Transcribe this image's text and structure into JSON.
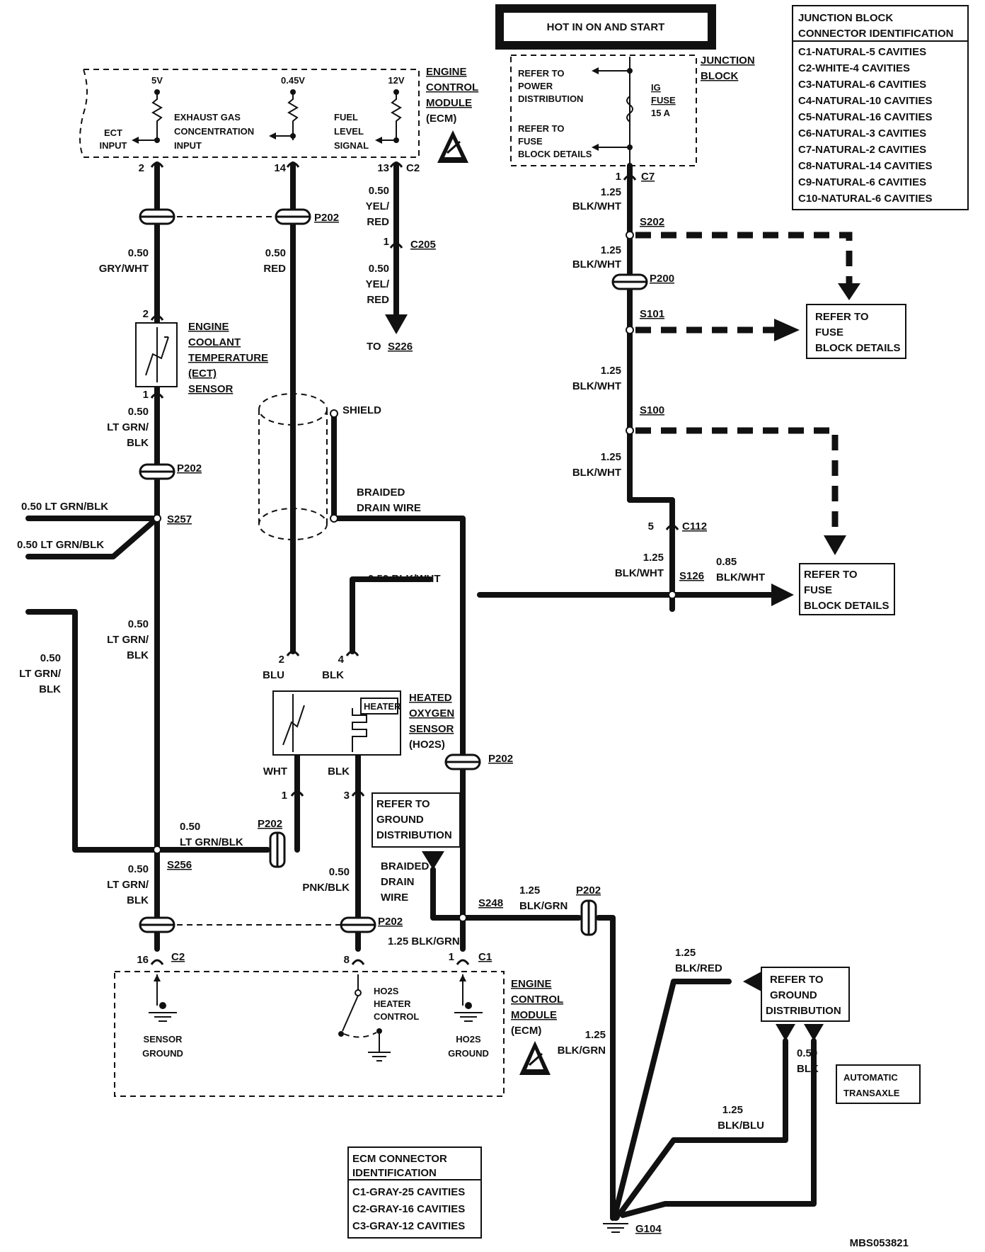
{
  "header": {
    "hot_label": "HOT IN ON AND START"
  },
  "junction_table": {
    "title_line1": "JUNCTION BLOCK",
    "title_line2": "CONNECTOR IDENTIFICATION",
    "rows": [
      "C1-NATURAL-5 CAVITIES",
      "C2-WHITE-4 CAVITIES",
      "C3-NATURAL-6 CAVITIES",
      "C4-NATURAL-10 CAVITIES",
      "C5-NATURAL-16 CAVITIES",
      "C6-NATURAL-3 CAVITIES",
      "C7-NATURAL-2 CAVITIES",
      "C8-NATURAL-14 CAVITIES",
      "C9-NATURAL-6 CAVITIES",
      "C10-NATURAL-6 CAVITIES"
    ]
  },
  "ecm_table": {
    "title_line1": "ECM CONNECTOR",
    "title_line2": "IDENTIFICATION",
    "rows": [
      "C1-GRAY-25 CAVITIES",
      "C2-GRAY-16 CAVITIES",
      "C3-GRAY-12 CAVITIES"
    ]
  },
  "ecm_top": {
    "name": [
      "ENGINE",
      "CONTROL",
      "MODULE",
      "(ECM)"
    ],
    "v5": "5V",
    "v045": "0.45V",
    "v12": "12V",
    "ect_input": [
      "ECT",
      "INPUT"
    ],
    "exhaust": [
      "EXHAUST GAS",
      "CONCENTRATION",
      "INPUT"
    ],
    "fuel": [
      "FUEL",
      "LEVEL",
      "SIGNAL"
    ],
    "pin_2": "2",
    "pin_14": "14",
    "pin_13": "13",
    "conn": "C2"
  },
  "junction_block": {
    "name": [
      "JUNCTION",
      "BLOCK"
    ],
    "ref_power": [
      "REFER TO",
      "POWER",
      "DISTRIBUTION"
    ],
    "ref_fuse": [
      "REFER TO",
      "FUSE",
      "BLOCK DETAILS"
    ],
    "fuse": [
      "IG",
      "FUSE",
      "15 A"
    ],
    "pin_1": "1",
    "conn": "C7"
  },
  "wires": {
    "w1_gage": "0.50",
    "w1_color": "GRY/WHT",
    "w2_gage": "0.50",
    "w2_color": "RED",
    "w3_gage": "0.50",
    "w3_color1": "YEL/",
    "w3_color2": "RED",
    "w4_gage": "0.50",
    "w4_color1": "YEL/",
    "w4_color2": "RED",
    "c205_pin": "1",
    "c205": "C205",
    "to_s226": "TO",
    "s226": "S226",
    "ect_low_gage": "0.50",
    "ect_low_c1": "LT GRN/",
    "ect_low_c2": "BLK",
    "lt1": "0.50  LT GRN/BLK",
    "lt2": "0.50  LT GRN/BLK",
    "mid_gage": "0.50",
    "mid_c1": "LT GRN/",
    "mid_c2": "BLK",
    "left_gage": "0.50",
    "left_c1": "LT GRN/",
    "left_c2": "BLK",
    "s256_gage": "0.50",
    "s256_color": "LT GRN/BLK",
    "lower_gage": "0.50",
    "lower_c1": "LT GRN/",
    "lower_c2": "BLK",
    "blk_wht_top": "0.50 BLK/WHT",
    "pnk_gage": "0.50",
    "pnk_color": "PNK/BLK",
    "blkgrn_c1": "1.25 BLK/GRN",
    "s248_gage": "1.25",
    "s248_color": "BLK/GRN",
    "g_blkred_gage": "1.25",
    "g_blkred_color": "BLK/RED",
    "g_blkgrn_gage": "1.25",
    "g_blkgrn_color": "BLK/GRN",
    "g_blkblu_gage": "1.25",
    "g_blkblu_color": "BLK/BLU",
    "g_blk_gage": "0.50",
    "g_blk_color": "BLK",
    "r1_gage": "1.25",
    "r1_color": "BLK/WHT",
    "r2_gage": "1.25",
    "r2_color": "BLK/WHT",
    "r3_gage": "1.25",
    "r3_color": "BLK/WHT",
    "r4_gage": "1.25",
    "r4_color": "BLK/WHT",
    "r5_gage": "1.25",
    "r5_color": "BLK/WHT",
    "r6_gage": "0.85",
    "r6_color": "BLK/WHT"
  },
  "splices": {
    "p202": "P202",
    "s257": "S257",
    "s256": "S256",
    "s248": "S248",
    "s202": "S202",
    "p200": "P200",
    "s101": "S101",
    "s100": "S100",
    "c112_pin": "5",
    "c112": "C112",
    "s126": "S126"
  },
  "ect_sensor": {
    "name": [
      "ENGINE",
      "COOLANT",
      "TEMPERATURE",
      "(ECT)",
      "SENSOR"
    ],
    "pin_top": "2",
    "pin_bot": "1"
  },
  "shield": {
    "label": "SHIELD",
    "drain": [
      "BRAIDED",
      "DRAIN WIRE"
    ]
  },
  "ho2s": {
    "name": [
      "HEATED",
      "OXYGEN",
      "SENSOR",
      "(HO2S)"
    ],
    "heater": "HEATER",
    "pin_2": "2",
    "blu": "BLU",
    "pin_4": "4",
    "blk_top": "BLK",
    "wht": "WHT",
    "blk_bot": "BLK",
    "pin_1": "1",
    "pin_3": "3"
  },
  "refs": {
    "ground1": [
      "REFER TO",
      "GROUND",
      "DISTRIBUTION"
    ],
    "ground2": [
      "REFER TO",
      "GROUND",
      "DISTRIBUTION"
    ],
    "fuse1": [
      "REFER TO",
      "FUSE",
      "BLOCK DETAILS"
    ],
    "fuse2": [
      "REFER TO",
      "FUSE",
      "BLOCK DETAILS"
    ],
    "drain2": [
      "BRAIDED",
      "DRAIN",
      "WIRE"
    ],
    "auto_trans": [
      "AUTOMATIC",
      "TRANSAXLE"
    ]
  },
  "ecm_bottom": {
    "name": [
      "ENGINE",
      "CONTROL",
      "MODULE",
      "(ECM)"
    ],
    "pin_16": "16",
    "conn_c2": "C2",
    "pin_8": "8",
    "pin_1": "1",
    "conn_c1": "C1",
    "sensor_ground": [
      "SENSOR",
      "GROUND"
    ],
    "heater_control": [
      "HO2S",
      "HEATER",
      "CONTROL"
    ],
    "ho2s_ground": [
      "HO2S",
      "GROUND"
    ]
  },
  "ground": {
    "g104": "G104"
  },
  "figure_id": "MBS053821"
}
